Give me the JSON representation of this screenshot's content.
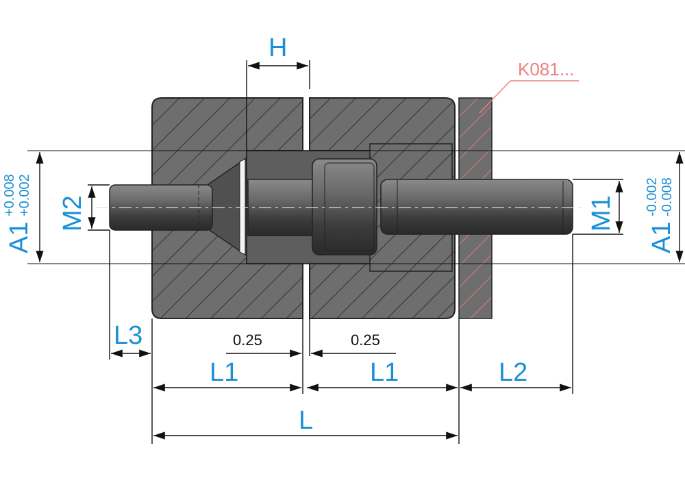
{
  "labels": {
    "H": "H",
    "ref": "K081...",
    "A1_left": "A1",
    "A1_left_tol_upper": "+0.008",
    "A1_left_tol_lower": "+0.002",
    "A1_right": "A1",
    "A1_right_tol_upper": "-0.002",
    "A1_right_tol_lower": "-0.008",
    "M2": "M2",
    "M1": "M1",
    "L3": "L3",
    "gap_left": "0.25",
    "gap_right": "0.25",
    "L1_left": "L1",
    "L1_right": "L1",
    "L2": "L2",
    "L": "L"
  },
  "colors": {
    "label": "#1b8fd6",
    "reference": "#f07f7f",
    "steel": "#6e6e6e",
    "pin": "#585858",
    "line": "#111111"
  }
}
